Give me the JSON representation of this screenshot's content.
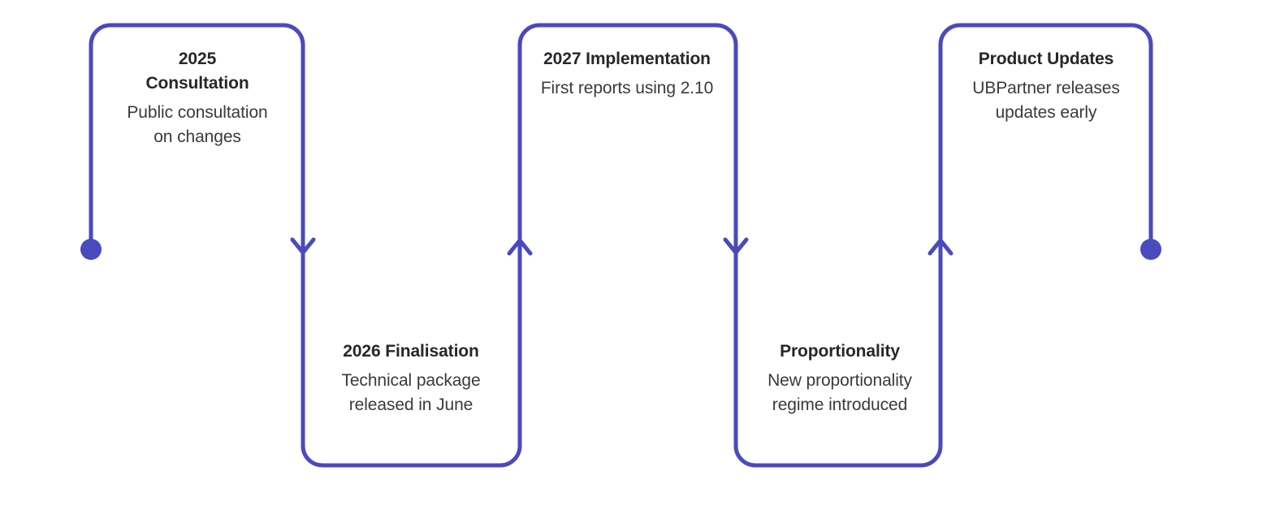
{
  "diagram": {
    "type": "serpentine-timeline",
    "orientation": "horizontal-snake",
    "background_color": "#ffffff",
    "line_color": "#4a4abf",
    "line_width": 5,
    "corner_radius": 24,
    "title_color": "#26262b",
    "description_color": "#3a3a3f",
    "start_marker": "filled-circle",
    "end_marker": "filled-circle"
  },
  "steps": [
    {
      "index": 1,
      "title": "2025 Consultation",
      "description": "Public consultation on changes",
      "row": "top",
      "entry_marker": "circle",
      "exit_marker": "arrow-down"
    },
    {
      "index": 2,
      "title": "2026 Finalisation",
      "description": "Technical package released in June",
      "row": "bottom",
      "entry_marker": "arrow-down",
      "exit_marker": "arrow-up"
    },
    {
      "index": 3,
      "title": "2027 Implementation",
      "description": "First reports using 2.10",
      "row": "top",
      "entry_marker": "arrow-up",
      "exit_marker": "arrow-down"
    },
    {
      "index": 4,
      "title": "Proportionality",
      "description": "New proportionality regime introduced",
      "row": "bottom",
      "entry_marker": "arrow-down",
      "exit_marker": "arrow-up"
    },
    {
      "index": 5,
      "title": "Product Updates",
      "description": "UBPartner releases updates early",
      "row": "top",
      "entry_marker": "arrow-up",
      "exit_marker": "circle"
    }
  ]
}
